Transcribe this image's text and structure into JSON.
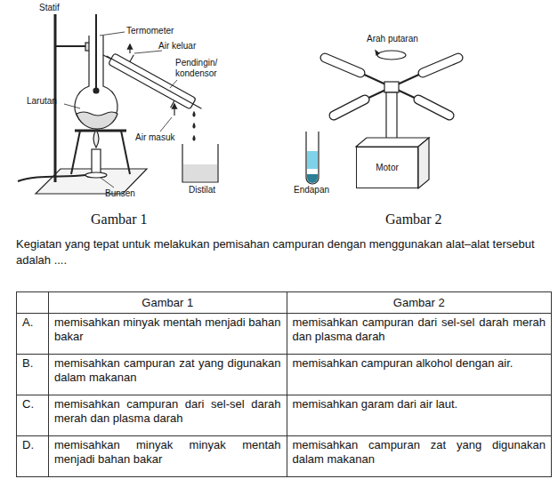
{
  "diagram": {
    "nodes": [
      {
        "text": [
          "Motor"
        ]
      }
    ],
    "labels": [
      "Statif",
      "Termometer",
      "Air keluar",
      "Pendingin/ kondensor",
      "Larutan",
      "Air masuk",
      "Bunsen",
      "Distilat",
      "Arah putaran",
      "Endapan",
      "Gambar 1",
      "Gambar 2",
      "Kegiatan yang tepat untuk melakukan pemisahan campuran dengan menggunakan alat–alat tersebut adalah ....",
      "Gambar 1",
      "Gambar 2",
      "A.",
      "memisahkan minyak mentah menjadi bahan bakar",
      "memisahkan campuran dari sel-sel darah merah dan plasma darah",
      "B.",
      "memisahkan campuran zat yang digunakan dalam makanan",
      "memisahkan campuran alkohol dengan air.",
      "C.",
      "memisahkan campuran dari sel-sel darah merah dan plasma darah",
      "memisahkan garam dari air laut.",
      "D.",
      "memisahkan minyak minyak mentah menjadi bahan bakar",
      "memisahkan campuran zat yang digunakan dalam makanan"
    ]
  }
}
